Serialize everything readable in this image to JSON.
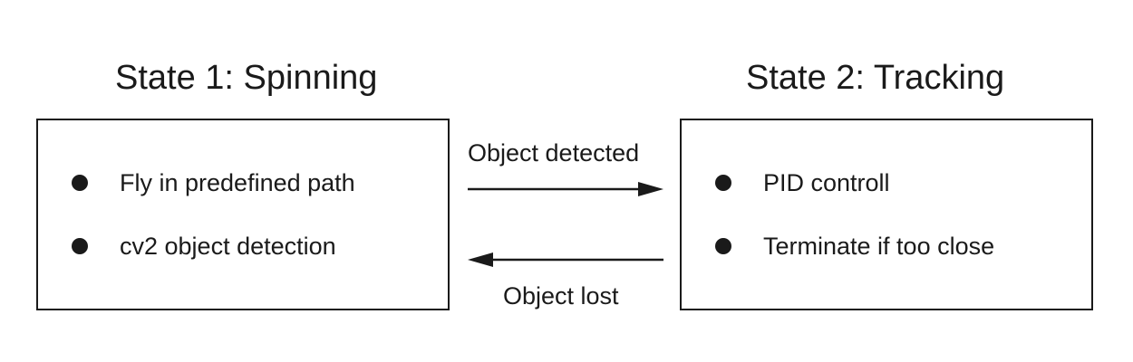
{
  "states": [
    {
      "title": "State 1: Spinning",
      "items": [
        "Fly in predefined path",
        "cv2 object detection"
      ]
    },
    {
      "title": "State 2: Tracking",
      "items": [
        "PID controll",
        "Terminate if too close"
      ]
    }
  ],
  "transitions": {
    "forward_label": "Object detected",
    "back_label": "Object lost"
  },
  "colors": {
    "ink": "#1a1a1a",
    "background": "#ffffff"
  }
}
